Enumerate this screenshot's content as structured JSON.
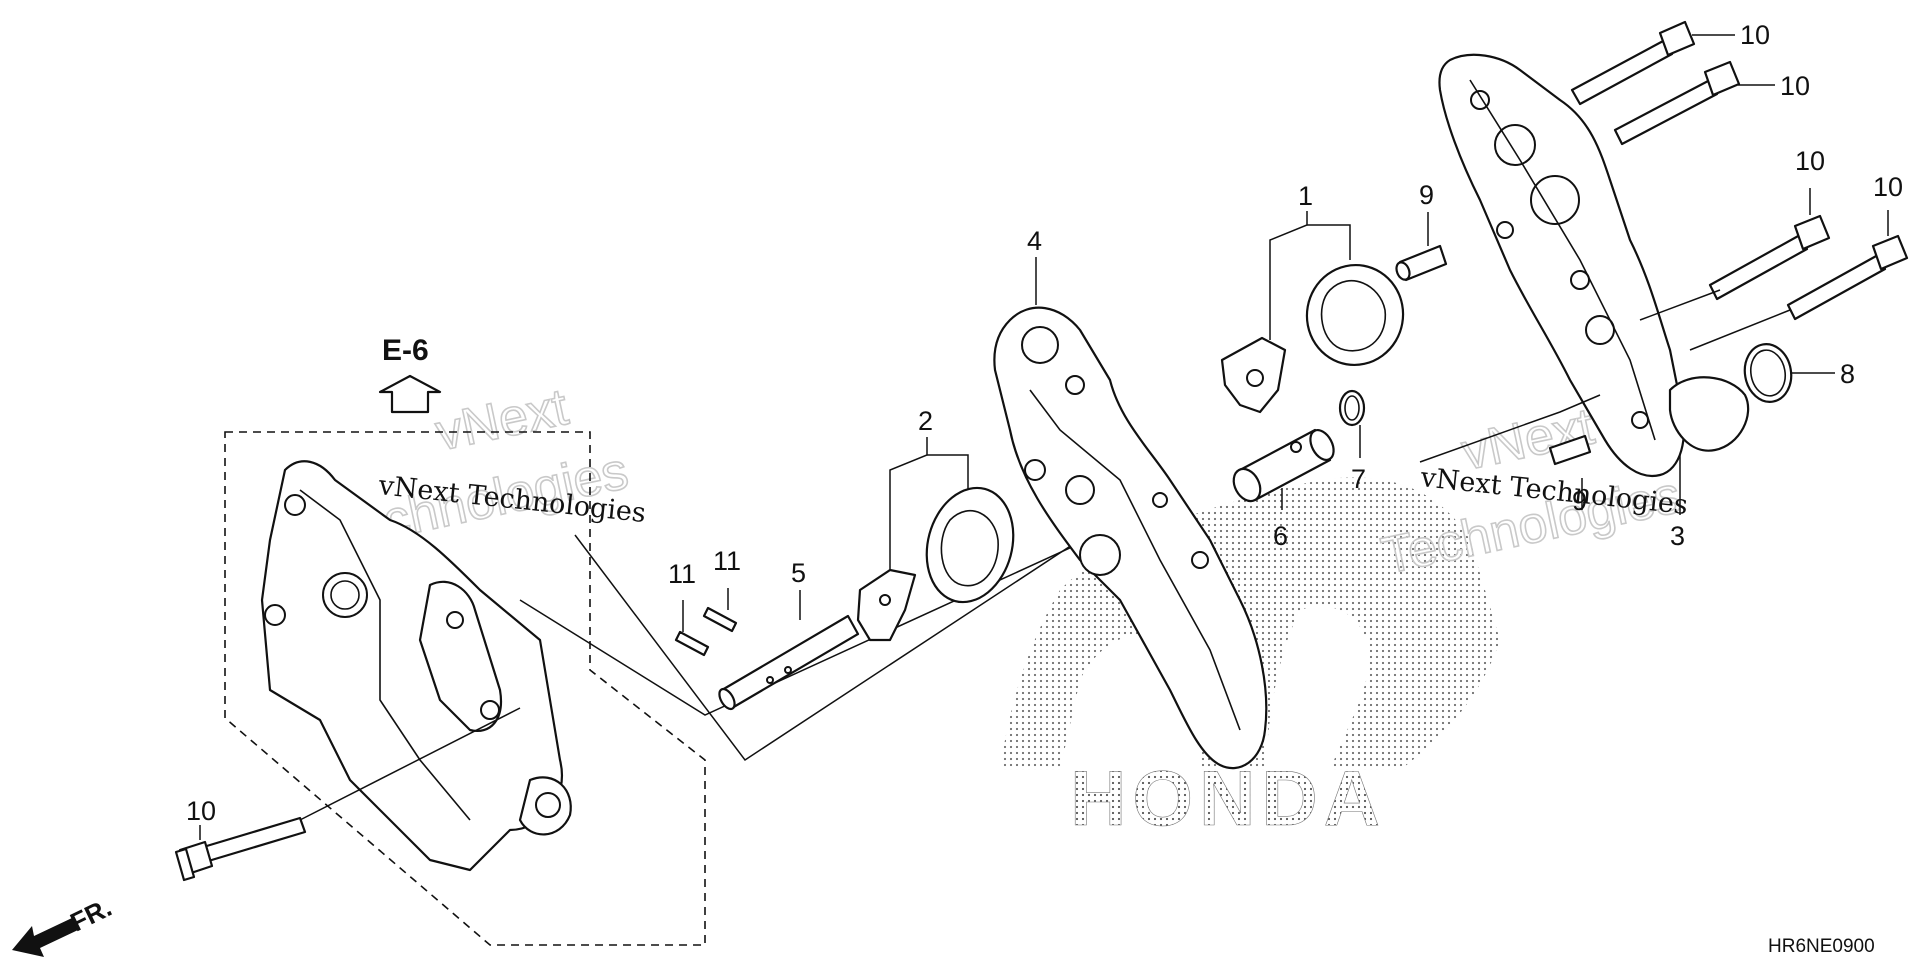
{
  "diagram": {
    "callouts": [
      {
        "id": "1",
        "text": "1"
      },
      {
        "id": "2",
        "text": "2"
      },
      {
        "id": "3",
        "text": "3"
      },
      {
        "id": "4",
        "text": "4"
      },
      {
        "id": "5",
        "text": "5"
      },
      {
        "id": "6",
        "text": "6"
      },
      {
        "id": "7",
        "text": "7"
      },
      {
        "id": "8",
        "text": "8"
      },
      {
        "id": "9a",
        "text": "9"
      },
      {
        "id": "9b",
        "text": "9"
      },
      {
        "id": "10a",
        "text": "10"
      },
      {
        "id": "10b",
        "text": "10"
      },
      {
        "id": "10c",
        "text": "10"
      },
      {
        "id": "10d",
        "text": "10"
      },
      {
        "id": "10e",
        "text": "10"
      },
      {
        "id": "11a",
        "text": "11"
      },
      {
        "id": "11b",
        "text": "11"
      }
    ],
    "reference_label": "E-6",
    "direction_label": "FR.",
    "diagram_code": "HR6NE0900",
    "brand_logo": "HONDA",
    "watermark": {
      "line1": "vNext",
      "line2": "Technologies",
      "caption": "vNext Technologies"
    },
    "colors": {
      "line": "#111111",
      "background": "#ffffff",
      "watermark_outline": "#c9c9c9",
      "logo_dots": "#555555"
    }
  }
}
